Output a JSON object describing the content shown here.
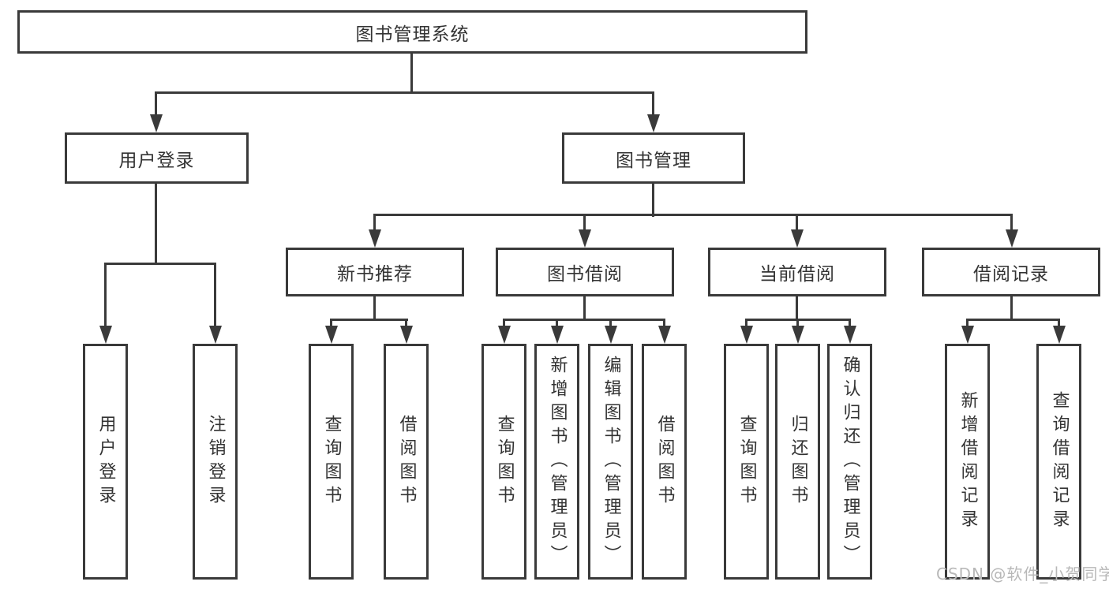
{
  "title": "图书管理系统",
  "tree": {
    "root": {
      "label": "图书管理系统"
    },
    "level2": [
      {
        "label": "用户登录",
        "children": [
          "用户登录",
          "注销登录"
        ]
      },
      {
        "label": "图书管理"
      }
    ],
    "level3": [
      {
        "label": "新书推荐",
        "children": [
          "查询图书",
          "借阅图书"
        ]
      },
      {
        "label": "图书借阅",
        "children": [
          "查询图书",
          "新增图书（管理员）",
          "编辑图书（管理员）",
          "借阅图书"
        ]
      },
      {
        "label": "当前借阅",
        "children": [
          "查询图书",
          "归还图书",
          "确认归还（管理员）"
        ]
      },
      {
        "label": "借阅记录",
        "children": [
          "新增借阅记录",
          "查询借阅记录"
        ]
      }
    ]
  },
  "watermark": "CSDN @软件_小贺同学",
  "colors": {
    "line": "#3a3a3a",
    "text": "#333333",
    "box_background": "#ffffff",
    "watermark": "#b8b8b8",
    "page_background": "#ffffff"
  }
}
